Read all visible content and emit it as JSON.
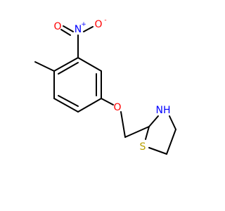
{
  "colors": {
    "background": "#ffffff",
    "bond": "#000000",
    "nitrogen": "#0000ff",
    "oxygen": "#ff0000",
    "sulfur": "#b8a000"
  },
  "atoms": {
    "nitro_n": {
      "symbol": "N",
      "charge": "+",
      "color": "nitrogen"
    },
    "nitro_o_left": {
      "symbol": "O",
      "charge": "",
      "color": "oxygen"
    },
    "nitro_o_right": {
      "symbol": "O",
      "charge": "-",
      "color": "oxygen"
    },
    "ether_o": {
      "symbol": "O",
      "charge": "",
      "color": "oxygen"
    },
    "ring_nh": {
      "symbol": "NH",
      "charge": "",
      "color": "nitrogen"
    },
    "ring_s": {
      "symbol": "S",
      "charge": "",
      "color": "sulfur"
    }
  }
}
